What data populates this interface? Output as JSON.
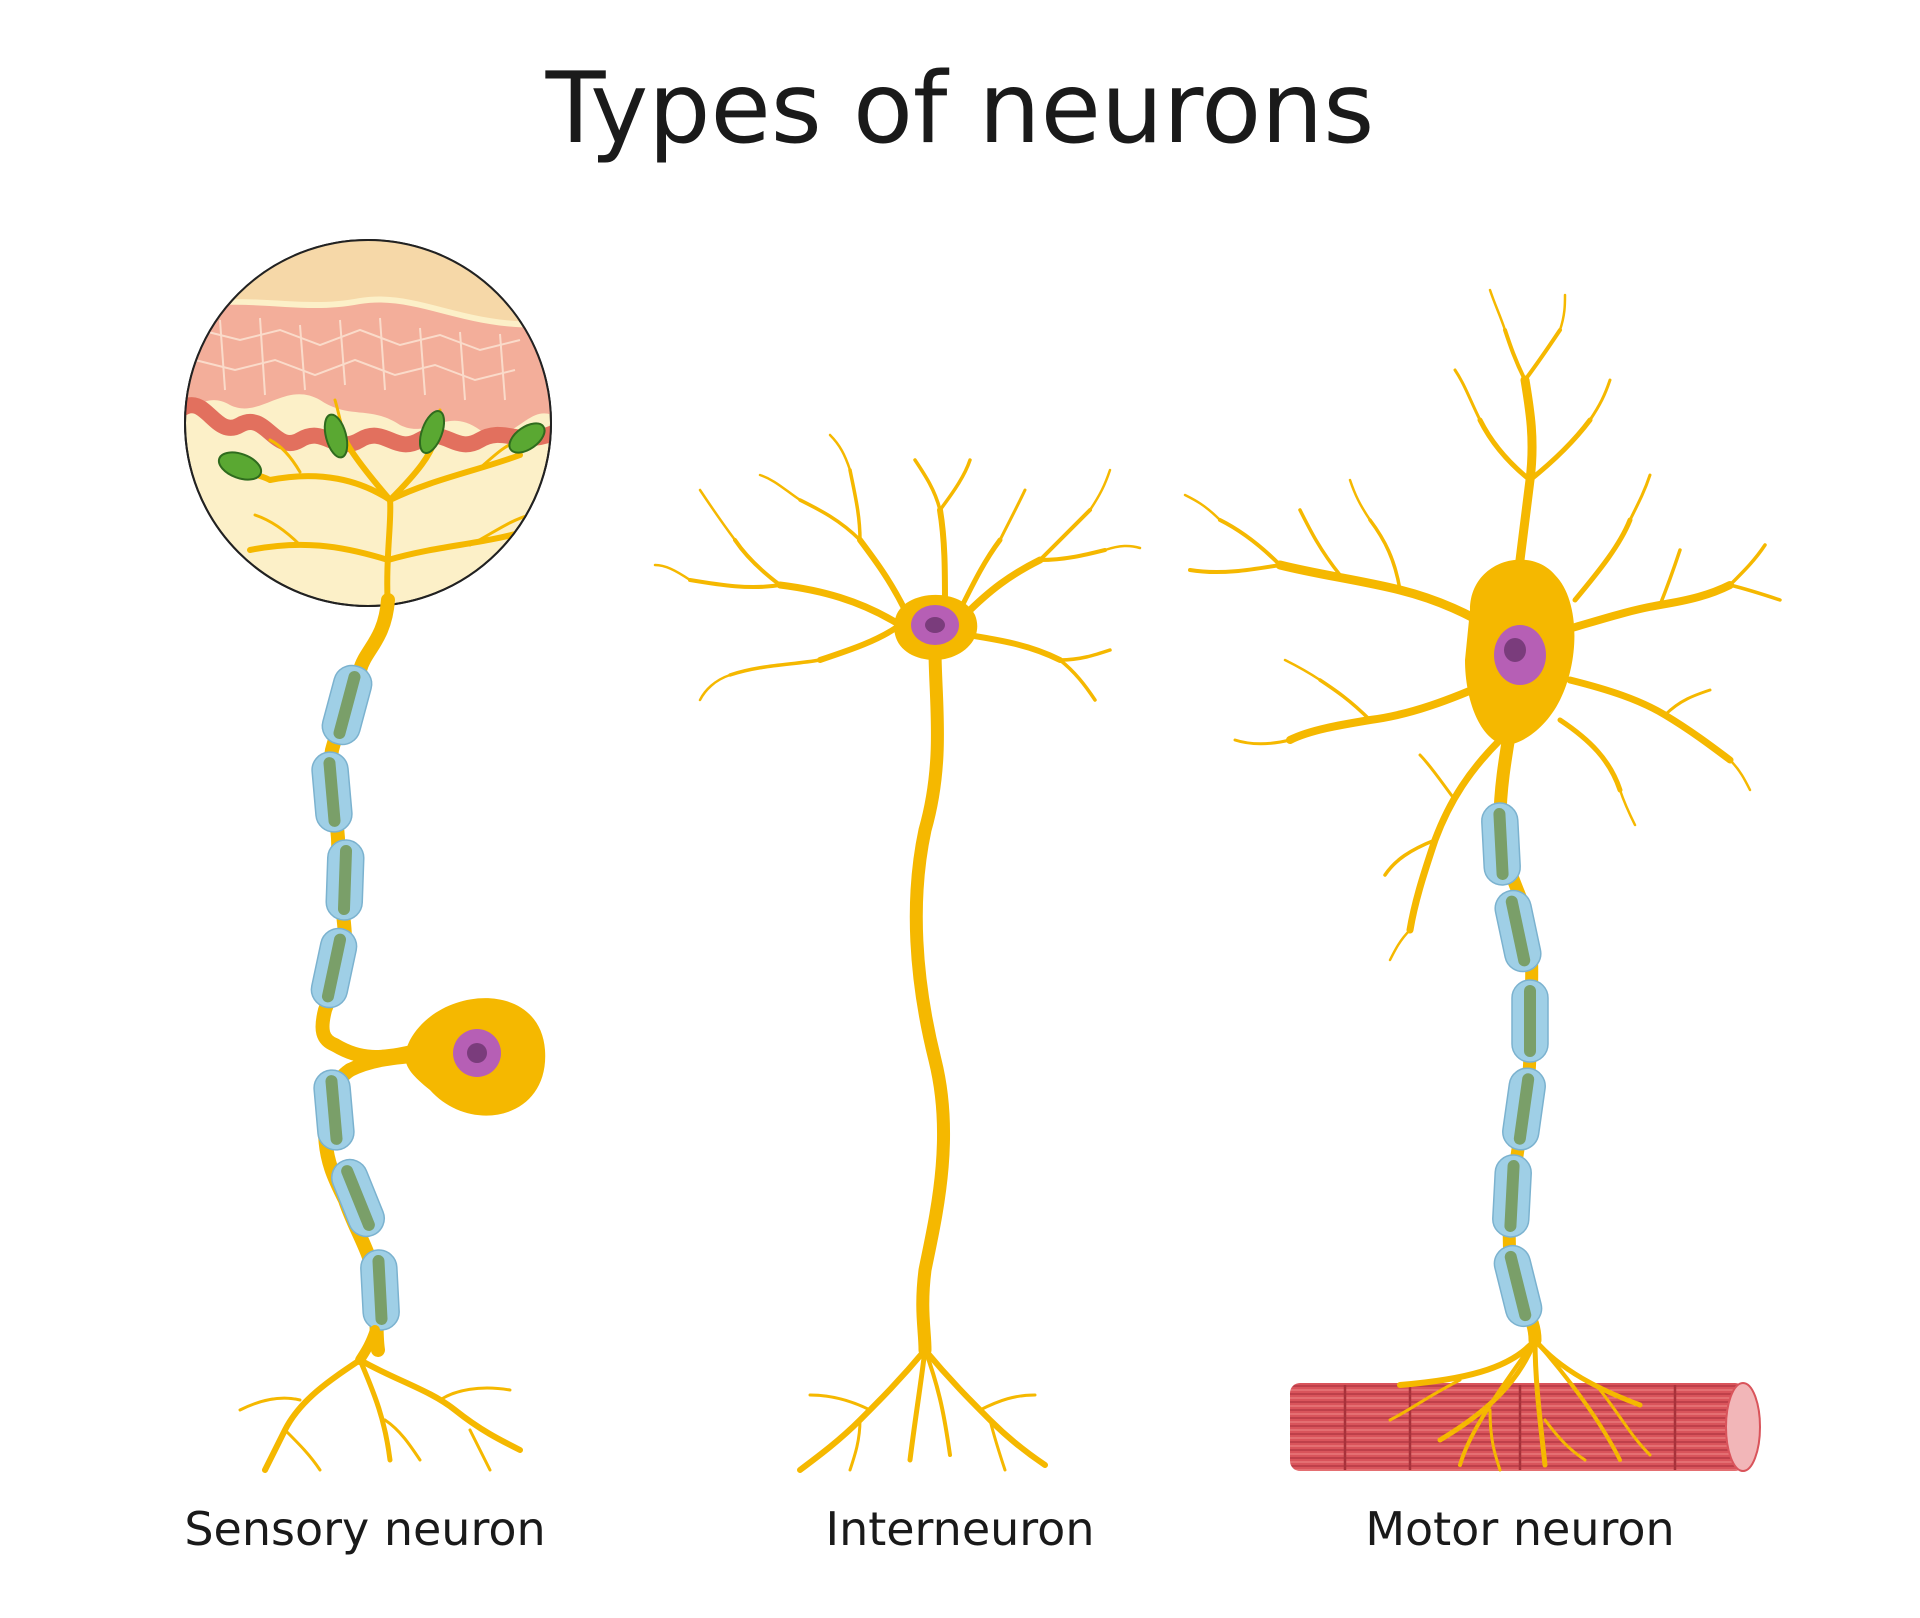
{
  "title": "Types of neurons",
  "labels": {
    "sensory": "Sensory neuron",
    "interneuron": "Interneuron",
    "motor": "Motor neuron"
  },
  "colors": {
    "neuron": "#F5B800",
    "myelin": "#9FCFE6",
    "node": "#6E8F40",
    "nucleus_outer": "#B65FB5",
    "nucleus_inner": "#7A3C7C",
    "skin": "#F2A996",
    "receptor": "#5AA832",
    "muscle": "#D9545B"
  }
}
